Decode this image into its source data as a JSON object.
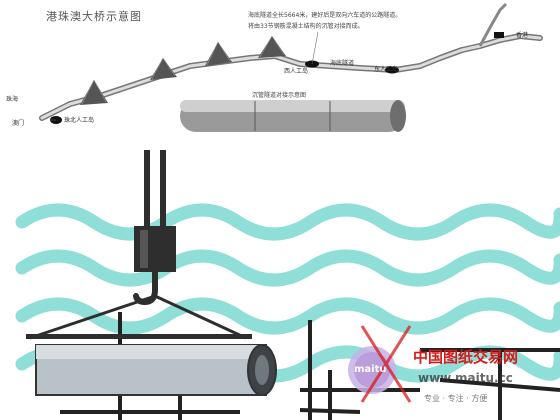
{
  "top": {
    "title": "港珠澳大桥示意图",
    "note_lines": [
      "海底隧道全长5664米，建好后是双向六车道的公路隧道。",
      "将由33节钢筋混凝土结构的沉管对接而成。"
    ],
    "labels": {
      "zhuhai": "珠海",
      "aomen": "澳门",
      "zhubei": "珠北人工岛",
      "xiren": "西人工岛",
      "tunnel": "海底隧道",
      "dongren": "东人工岛",
      "hongkong": "香港"
    },
    "tube_caption": "沉管隧道对接示意图"
  },
  "watermark": {
    "site_name": "中国图纸交易网",
    "logo_text": "maitu",
    "url": "www.maitu.cc",
    "slogan": "专业 · 专注 · 方便"
  },
  "colors": {
    "wave": "#8fded7",
    "hook": "#2e2e2e",
    "watermark_red": "#d71a1a"
  }
}
